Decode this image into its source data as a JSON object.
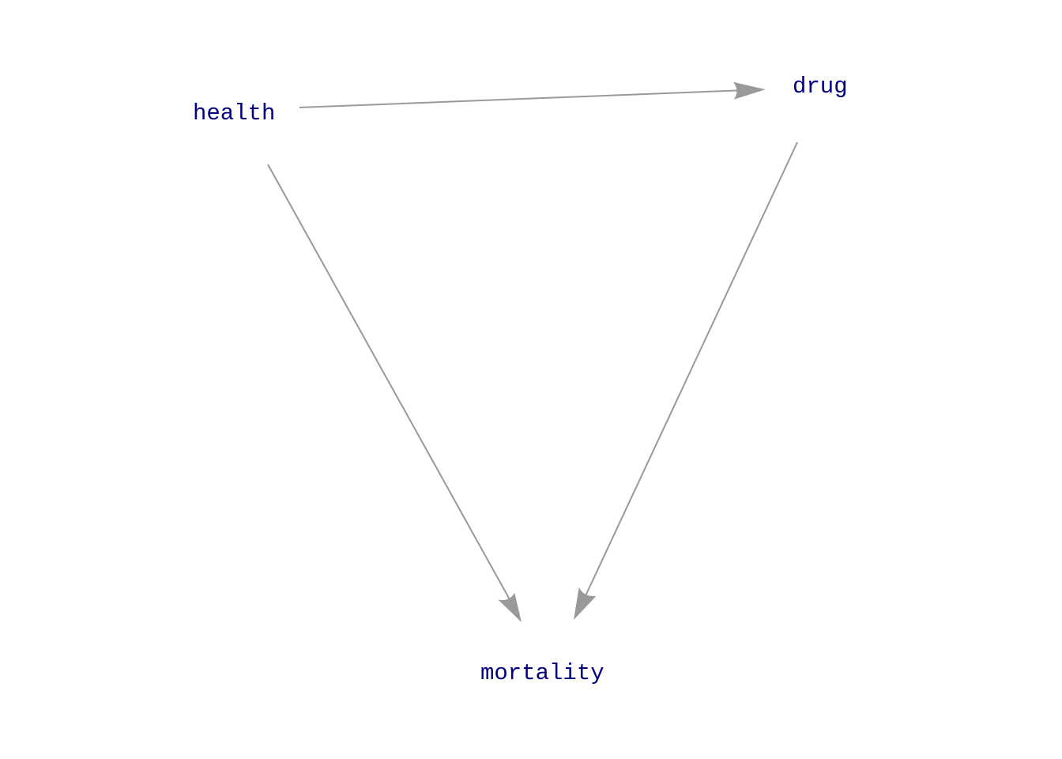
{
  "diagram": {
    "type": "directed-acyclic-graph",
    "node_color": "#000080",
    "edge_color": "#999999",
    "nodes": [
      {
        "id": "health",
        "label": "health"
      },
      {
        "id": "drug",
        "label": "drug"
      },
      {
        "id": "mortality",
        "label": "mortality"
      }
    ],
    "edges": [
      {
        "from": "health",
        "to": "drug"
      },
      {
        "from": "health",
        "to": "mortality"
      },
      {
        "from": "drug",
        "to": "mortality"
      }
    ]
  }
}
